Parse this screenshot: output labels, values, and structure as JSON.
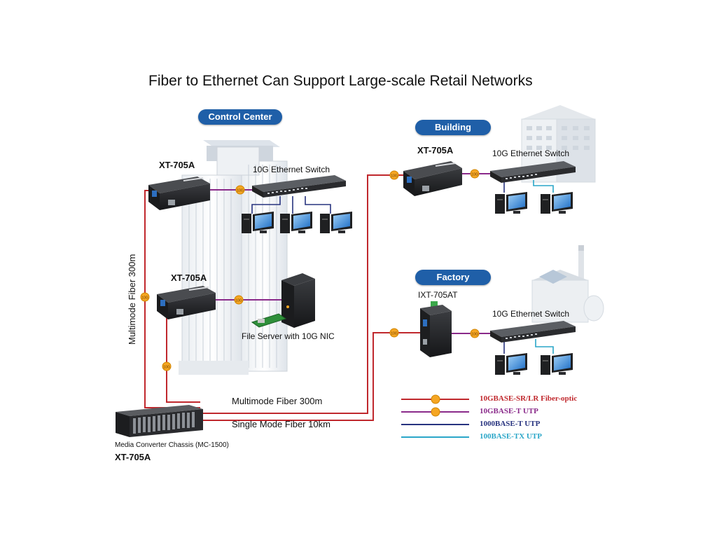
{
  "title": "Fiber to Ethernet Can Support Large-scale Retail Networks",
  "sites": {
    "control_center": "Control Center",
    "building": "Building",
    "factory": "Factory"
  },
  "devices": {
    "xt705a_top": "XT-705A",
    "xt705a_mid": "XT-705A",
    "xt705a_building": "XT-705A",
    "ixt705at": "IXT-705AT",
    "switch_control": "10G Ethernet Switch",
    "switch_building": "10G Ethernet Switch",
    "switch_factory": "10G Ethernet Switch",
    "file_server": "File Server with 10G NIC",
    "chassis_desc": "Media Converter Chassis (MC-1500)",
    "chassis_model": "XT-705A"
  },
  "links": {
    "multimode_vertical": "Multimode Fiber 300m",
    "multimode_horizontal": "Multimode Fiber 300m",
    "single_mode": "Single Mode Fiber 10km",
    "badge": "10G"
  },
  "legend": [
    {
      "label": "10GBASE-SR/LR Fiber-optic",
      "color": "#c0282d",
      "badge": true
    },
    {
      "label": "10GBASE-T UTP",
      "color": "#8a2a8a",
      "badge": true
    },
    {
      "label": "1000BASE-T UTP",
      "color": "#27337f",
      "badge": false
    },
    {
      "label": "100BASE-TX UTP",
      "color": "#2aa6c8",
      "badge": false
    }
  ]
}
